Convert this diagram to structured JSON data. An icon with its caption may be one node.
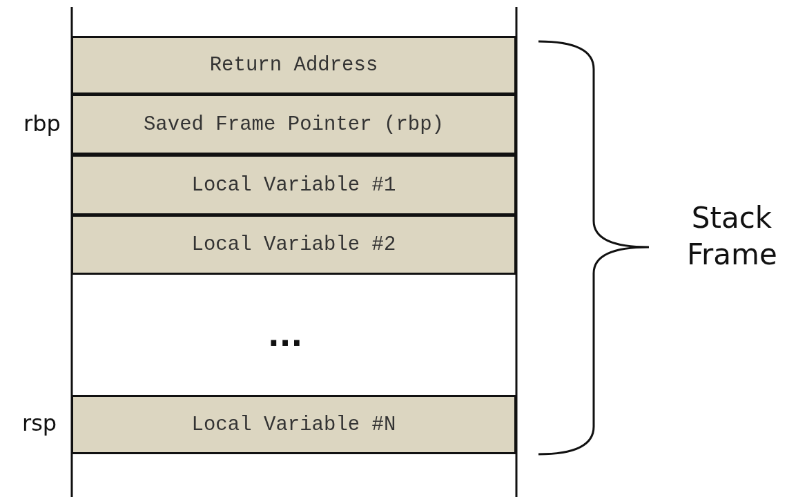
{
  "diagram": {
    "nodes": [
      {
        "text": [
          "Return Address"
        ]
      },
      {
        "text": [
          "Saved Frame Pointer (rbp)"
        ]
      },
      {
        "text": [
          "Local Variable #1"
        ]
      },
      {
        "text": [
          "Local Variable #2"
        ]
      },
      {
        "text": [
          "Local Variable #N"
        ]
      }
    ],
    "labels": [
      "rbp",
      "Stack Frame",
      "...",
      "rsp"
    ]
  }
}
